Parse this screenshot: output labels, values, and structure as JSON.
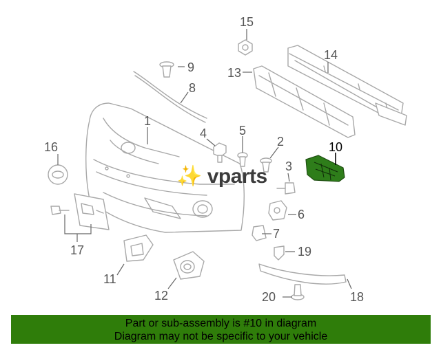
{
  "watermark": "✨ vparts",
  "highlighted_part": "10",
  "callouts": [
    {
      "id": "1",
      "label": "1"
    },
    {
      "id": "2",
      "label": "2"
    },
    {
      "id": "3",
      "label": "3"
    },
    {
      "id": "4",
      "label": "4"
    },
    {
      "id": "5",
      "label": "5"
    },
    {
      "id": "6",
      "label": "6"
    },
    {
      "id": "7",
      "label": "7"
    },
    {
      "id": "8",
      "label": "8"
    },
    {
      "id": "9",
      "label": "9"
    },
    {
      "id": "10",
      "label": "10"
    },
    {
      "id": "11",
      "label": "11"
    },
    {
      "id": "12",
      "label": "12"
    },
    {
      "id": "13",
      "label": "13"
    },
    {
      "id": "14",
      "label": "14"
    },
    {
      "id": "15",
      "label": "15"
    },
    {
      "id": "16",
      "label": "16"
    },
    {
      "id": "17",
      "label": "17"
    },
    {
      "id": "18",
      "label": "18"
    },
    {
      "id": "19",
      "label": "19"
    },
    {
      "id": "20",
      "label": "20"
    }
  ],
  "banner": {
    "line1": "Part or sub-assembly is #10 in diagram",
    "line2": "Diagram may not be specific to your vehicle"
  },
  "colors": {
    "banner_bg": "#2f7d0a",
    "highlight_part": "#2e7d1a",
    "part_stroke": "#a8a8a8"
  }
}
